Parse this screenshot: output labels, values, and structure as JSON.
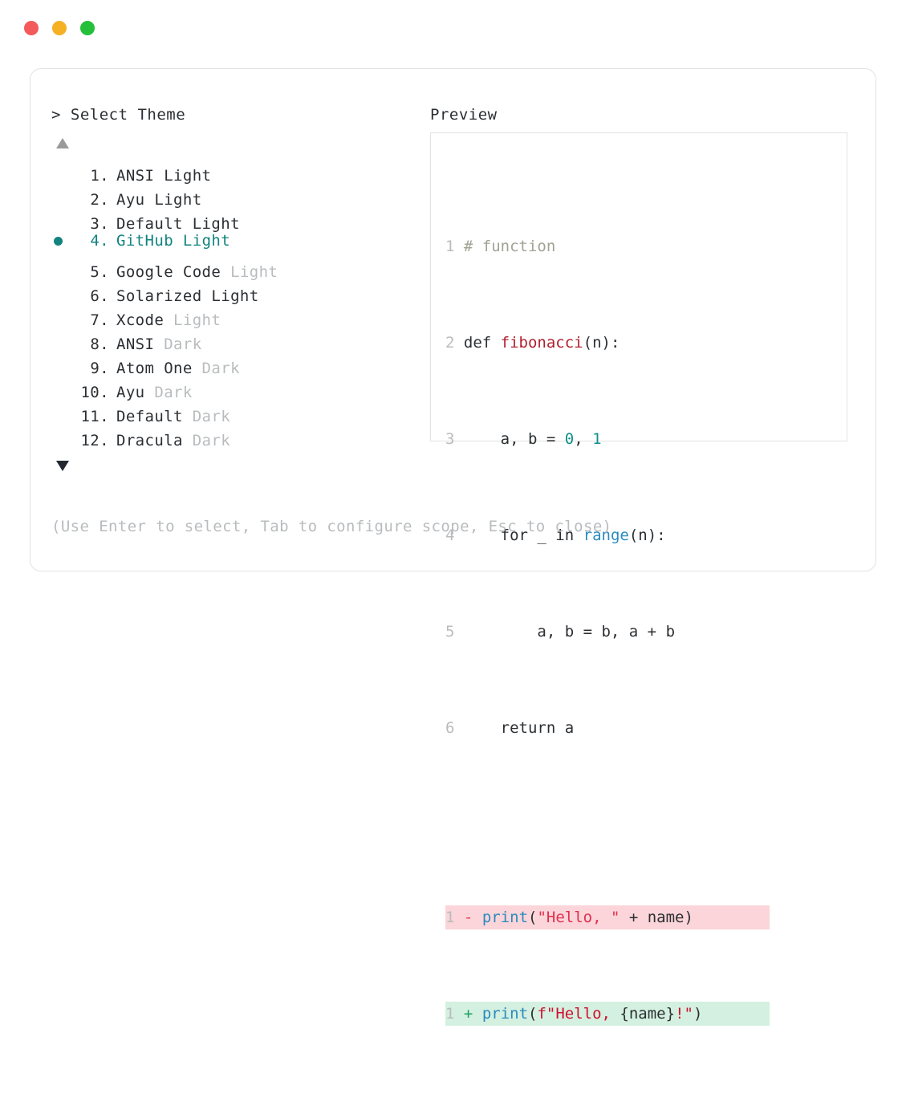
{
  "window": {
    "traffic_lights": [
      {
        "name": "close",
        "color": "#f4595b"
      },
      {
        "name": "minimize",
        "color": "#f6b024"
      },
      {
        "name": "maximize",
        "color": "#24c03a"
      }
    ]
  },
  "prompt": {
    "caret": ">",
    "title": "Select Theme"
  },
  "scroll": {
    "up_icon": "triangle-up",
    "down_icon": "triangle-down",
    "up_color": "#9a9a9a",
    "down_color": "#232830"
  },
  "selection": {
    "selected_index": 4,
    "bullet_color": "#12837f",
    "accent": "#12837f"
  },
  "themes": [
    {
      "index": "1.",
      "name": "ANSI",
      "suffix": " Light",
      "suffix_dim": false,
      "selected": false
    },
    {
      "index": "2.",
      "name": "Ayu",
      "suffix": " Light",
      "suffix_dim": false,
      "selected": false
    },
    {
      "index": "3.",
      "name": "Default",
      "suffix": " Light",
      "suffix_dim": false,
      "selected": false
    },
    {
      "index": "4.",
      "name": "GitHub",
      "suffix": " Light",
      "suffix_dim": false,
      "selected": true
    },
    {
      "index": "5.",
      "name": "Google Code",
      "suffix": " Light",
      "suffix_dim": true,
      "selected": false
    },
    {
      "index": "6.",
      "name": "Solarized",
      "suffix": " Light",
      "suffix_dim": false,
      "selected": false
    },
    {
      "index": "7.",
      "name": "Xcode",
      "suffix": " Light",
      "suffix_dim": true,
      "selected": false
    },
    {
      "index": "8.",
      "name": "ANSI",
      "suffix": " Dark",
      "suffix_dim": true,
      "selected": false
    },
    {
      "index": "9.",
      "name": "Atom One",
      "suffix": " Dark",
      "suffix_dim": true,
      "selected": false
    },
    {
      "index": "10.",
      "name": "Ayu",
      "suffix": " Dark",
      "suffix_dim": true,
      "selected": false
    },
    {
      "index": "11.",
      "name": "Default",
      "suffix": " Dark",
      "suffix_dim": true,
      "selected": false
    },
    {
      "index": "12.",
      "name": "Dracula",
      "suffix": " Dark",
      "suffix_dim": true,
      "selected": false
    }
  ],
  "preview": {
    "label": "Preview",
    "code": [
      {
        "no": "1",
        "text": "# function"
      },
      {
        "no": "2",
        "text": "def fibonacci(n):"
      },
      {
        "no": "3",
        "text": "    a, b = 0, 1"
      },
      {
        "no": "4",
        "text": "    for _ in range(n):"
      },
      {
        "no": "5",
        "text": "        a, b = b, a + b"
      },
      {
        "no": "6",
        "text": "    return a"
      }
    ],
    "diff": [
      {
        "no": "1",
        "marker": "-",
        "text": "print(\"Hello, \" + name)",
        "kind": "deleted",
        "bg": "#fbd5d9"
      },
      {
        "no": "1",
        "marker": "+",
        "text": "print(f\"Hello, {name}!\")",
        "kind": "added",
        "bg": "#d4f0e0"
      }
    ],
    "tokens": {
      "comment_color": "#a2a294",
      "function_color": "#b0202f",
      "number_color": "#10908b",
      "builtin_color": "#2a8ac0",
      "string_color": "#e03050",
      "lineno_color": "#b9bcbe",
      "plain_color": "#2b2f33"
    },
    "code_parts": {
      "l1_comment": "# function",
      "l2_def": "def ",
      "l2_name": "fibonacci",
      "l2_rest": "(n):",
      "l3_pre": "    a, b = ",
      "l3_n0": "0",
      "l3_mid": ", ",
      "l3_n1": "1",
      "l4_pre": "    for _ in ",
      "l4_builtin": "range",
      "l4_rest": "(n):",
      "l5_text": "        a, b = b, a + b",
      "l6_text": "    return a",
      "d1_print": "print",
      "d1_open": "(",
      "d1_str": "\"Hello, \"",
      "d1_tail": " + name)",
      "d2_print": "print",
      "d2_open": "(",
      "d2_str_a": "f\"Hello, ",
      "d2_brace": "{name}",
      "d2_str_b": "!\"",
      "d2_tail": ")"
    }
  },
  "footer": {
    "hint": "(Use Enter to select, Tab to configure scope, Esc to close)"
  }
}
